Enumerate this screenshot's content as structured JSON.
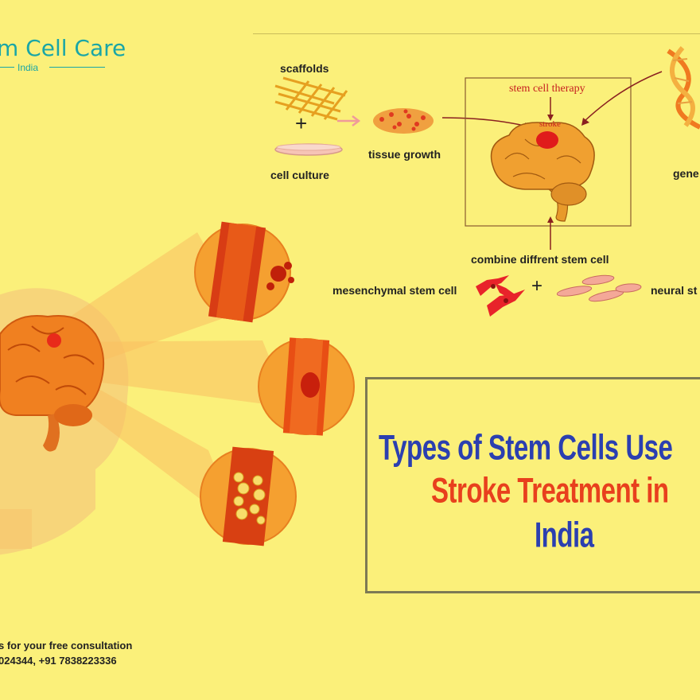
{
  "logo": {
    "name": "m Cell Care",
    "sub": "India"
  },
  "diagram": {
    "scaffolds": "scaffolds",
    "plus_top": "+",
    "cell_culture": "cell culture",
    "tissue_growth": "tissue growth",
    "stem_cell_therapy": "stem cell therapy",
    "stroke": "stroke",
    "gene": "gene",
    "combine": "combine diffrent stem cell",
    "mesenchymal": "mesenchymal stem cell",
    "plus_bottom": "+",
    "neural": "neural st"
  },
  "title": {
    "line1": "Types of Stem Cells Use",
    "line2": "Stroke Treatment in",
    "line3": "India"
  },
  "contact": {
    "line1": "s for your free consultation",
    "line2": "024344, +91 7838223336"
  },
  "colors": {
    "background": "#fbf07a",
    "logo": "#1aa6a6",
    "title_blue": "#2b3fb0",
    "title_orange": "#e8401d",
    "brain_orange": "#f08a1c",
    "stroke_red": "#e01b1b"
  }
}
